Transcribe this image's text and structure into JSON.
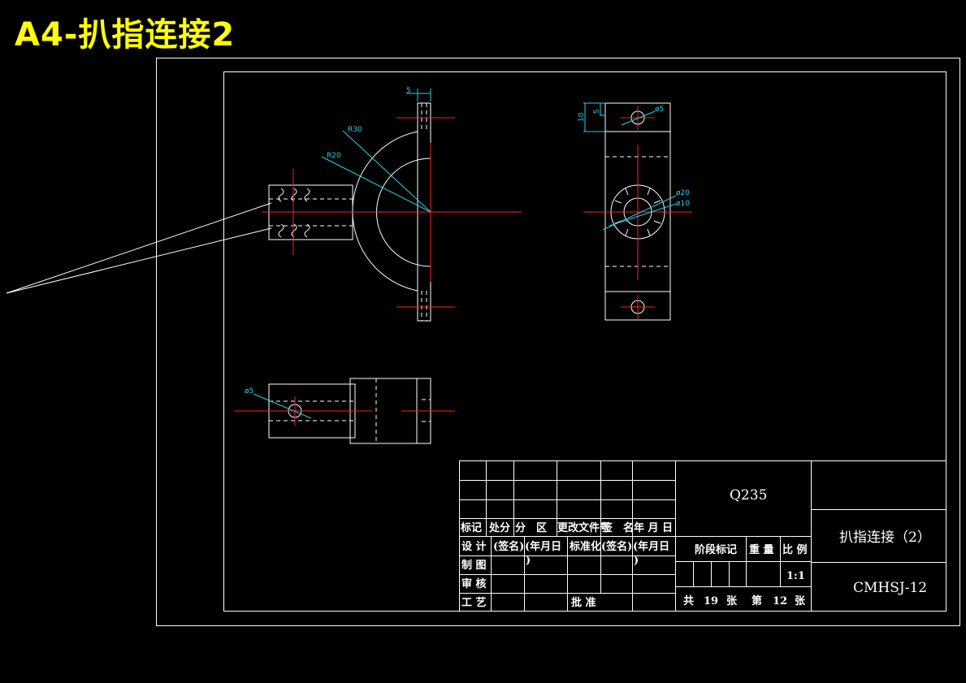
{
  "title": "A4-扒指连接2",
  "dimensions": {
    "w5": "5",
    "r30": "R30",
    "r20": "R20",
    "h5": "5",
    "h10": "10",
    "d5_top": "ø5",
    "d20": "ø20",
    "d10": "ø10",
    "d5_bottom": "ø5"
  },
  "title_block": {
    "material": "Q235",
    "part_name": "扒指连接（2）",
    "drawing_no": "CMHSJ-12",
    "scale": "1:1",
    "stage_mark": "阶段标记",
    "weight": "重 量",
    "scale_label": "比 例",
    "total_label": "共",
    "total_sheets": "19",
    "sheet_unit1": "张",
    "sheet_label": "第",
    "sheet_no": "12",
    "sheet_unit2": "张",
    "header": [
      "标记",
      "处分",
      "分　区",
      "更改文件号",
      "签　名",
      "年 月 日"
    ],
    "rows": {
      "design": "设 计",
      "sign1": "(签名)",
      "date1": "(年月日",
      "standard": "标准化",
      "sign2": "(签名)",
      "date2": "(年月日",
      "drafting": "制 图",
      "paren1": ")",
      "paren2": ")",
      "review": "审 核",
      "process": "工 艺",
      "approve": "批 准"
    }
  }
}
